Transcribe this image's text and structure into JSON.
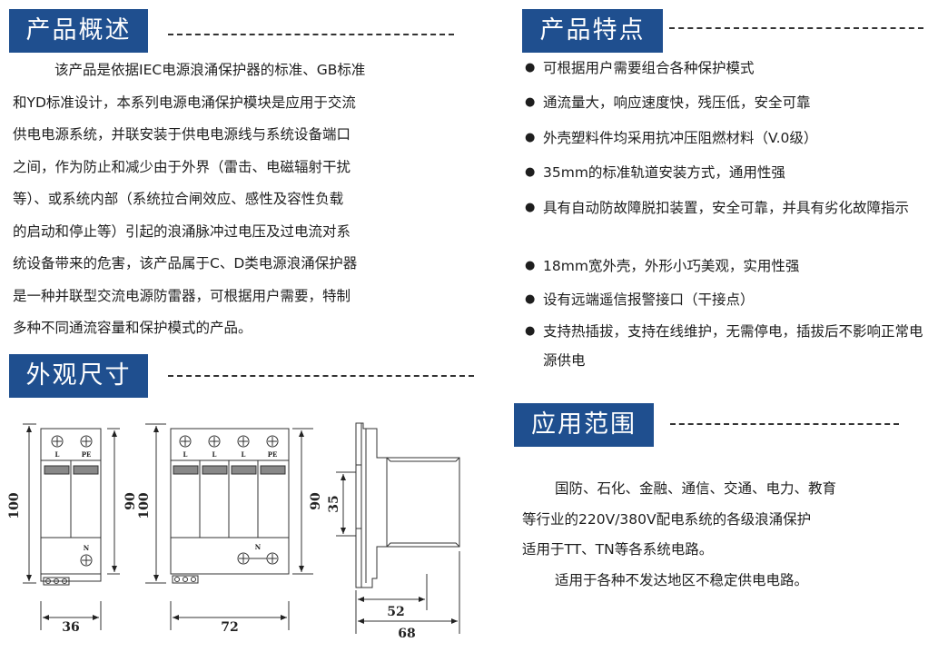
{
  "overview": {
    "title": "产品概述",
    "lines": [
      "该产品是依据IEC电源浪涌保护器的标准、GB标准",
      "和YD标准设计，本系列电源电涌保护模块是应用于交流",
      "供电电源系统，并联安装于供电电源线与系统设备端口",
      "之间，作为防止和减少由于外界（雷击、电磁辐射干扰",
      "等）、或系统内部（系统拉合闸效应、感性及容性负载",
      "的启动和停止等）引起的浪涌脉冲过电压及过电流对系",
      "统设备带来的危害，该产品属于C、D类电源浪涌保护器",
      "是一种并联型交流电源防雷器，可根据用户需要，特制",
      "多种不同通流容量和保护模式的产品。"
    ]
  },
  "features": {
    "title": "产品特点",
    "items": [
      "可根据用户需要组合各种保护模式",
      "通流量大，响应速度快，残压低，安全可靠",
      "外壳塑料件均采用抗冲压阻燃材料（V.0级）",
      "35mm的标准轨道安装方式，通用性强",
      "具有自动防故障脱扣装置，安全可靠，并具有劣化故障指示",
      "18mm宽外壳，外形小巧美观，实用性强",
      "设有远端遥信报警接口（干接点）",
      "支持热插拔，支持在线维护，无需停电，插拔后不影响正常电源供电"
    ]
  },
  "dimensions": {
    "title": "外观尺寸",
    "d1": {
      "height": "100",
      "inner": "90",
      "width": "36",
      "labels": [
        "L",
        "PE",
        "N"
      ]
    },
    "d2": {
      "height": "100",
      "inner": "90",
      "width": "72",
      "labels": [
        "L",
        "L",
        "L",
        "PE",
        "N"
      ]
    },
    "d3": {
      "rail": "35",
      "depth_inner": "52",
      "depth": "68"
    }
  },
  "application": {
    "title": "应用范围",
    "lines": [
      "国防、石化、金融、通信、交通、电力、教育",
      "等行业的220V/380V配电系统的各级浪涌保护",
      "适用于TT、TN等各系统电路。",
      "适用于各种不发达地区不稳定供电电路。"
    ]
  }
}
